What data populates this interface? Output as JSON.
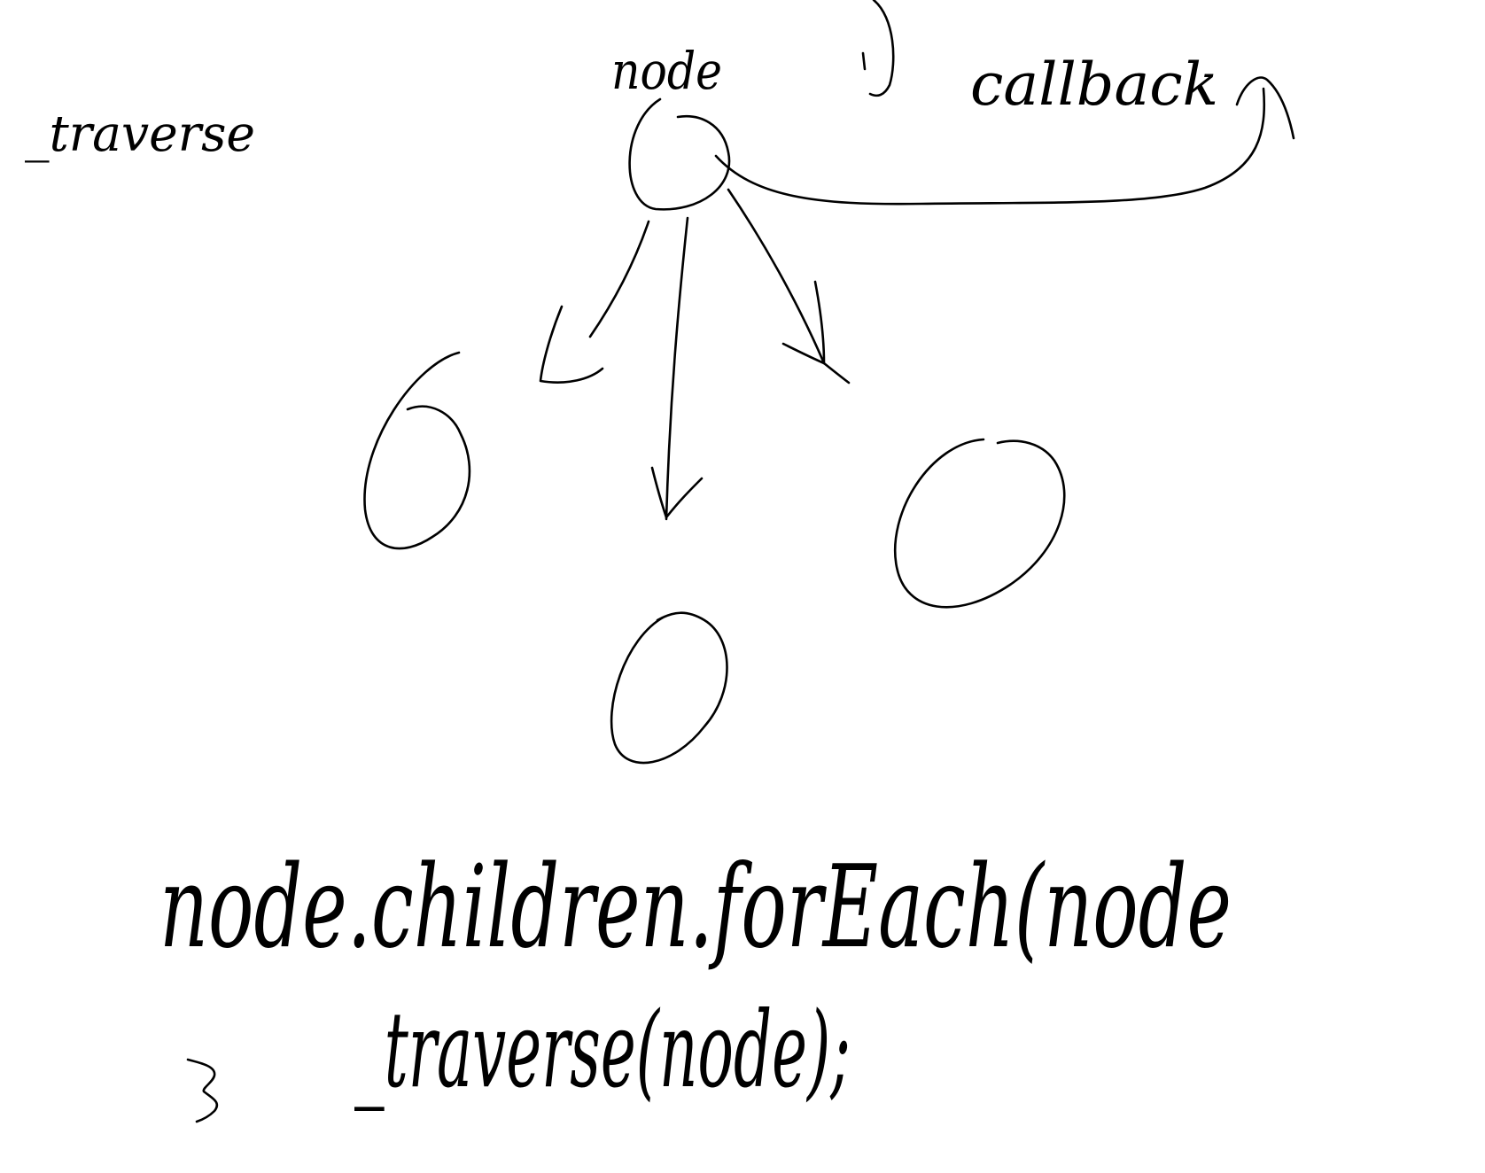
{
  "colors": {
    "background": "#ffffff",
    "ink": "#000000"
  },
  "labels": {
    "function_name": "_traverse",
    "root_node": "node",
    "callback": "callback",
    "code_line_1": "node.children.forEach(node",
    "code_line_2": "_traverse(node);"
  }
}
